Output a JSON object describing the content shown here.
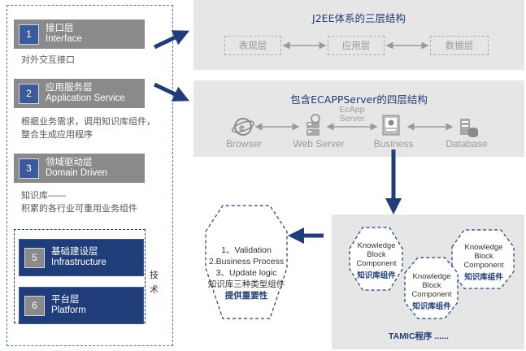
{
  "layers": [
    {
      "num": "1",
      "cn": "接口层",
      "en": "Interface",
      "desc": [
        "对外交互接口"
      ]
    },
    {
      "num": "2",
      "cn": "应用服务层",
      "en": "Application Service",
      "desc": [
        "根据业务需求，调用知识库组件，",
        "整合生成应用程序"
      ]
    },
    {
      "num": "3",
      "cn": "领域驱动层",
      "en": "Domain Driven",
      "desc": [
        "知识库——",
        "积累的各行业可重用业务组件"
      ]
    },
    {
      "num": "5",
      "cn": "基础建设层",
      "en": "Infrastructure"
    },
    {
      "num": "6",
      "cn": "平台层",
      "en": "Platform"
    }
  ],
  "tech_label": "技术",
  "j2ee": {
    "title": "J2EE体系的三层结构",
    "boxes": [
      "表现层",
      "应用层",
      "数据层"
    ]
  },
  "ecapp": {
    "title": "包含ECAPPServer的四层结构",
    "server_tag": [
      "EcApp",
      "Server"
    ],
    "components": [
      "Browser",
      "Web Server",
      "Business",
      "Database"
    ]
  },
  "knowledge_blocks": [
    {
      "lines": [
        "Knowledge",
        "Block",
        "Component"
      ],
      "cn": "知识库组件"
    },
    {
      "lines": [
        "Knowledge",
        "Block",
        "Component"
      ],
      "cn": "知识库组件"
    },
    {
      "lines": [
        "Knowledge",
        "Block",
        "Component"
      ],
      "cn": "知识库组件"
    }
  ],
  "tamic": "TAMIC程序 ......",
  "center_hex": {
    "lines": [
      "1、Validation",
      "2.Business Process",
      "3、Update logic",
      "知识库三种类型组件"
    ],
    "bold": "提供重要性"
  },
  "colors": {
    "navy": "#1f3d78",
    "gray_layer": "#8a8a8a",
    "panel": "#e6e6e6"
  }
}
